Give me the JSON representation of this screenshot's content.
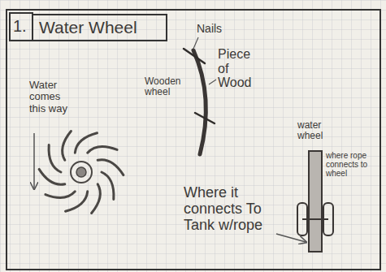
{
  "diagram": {
    "title": "Water Wheel",
    "labels": [
      "1.",
      "Nails",
      "Piece of Wood",
      "Wooden wheel",
      "Water comes this way",
      "water wheel",
      "where rope connects to wheel",
      "Where it connects To Tank w/rope"
    ]
  }
}
